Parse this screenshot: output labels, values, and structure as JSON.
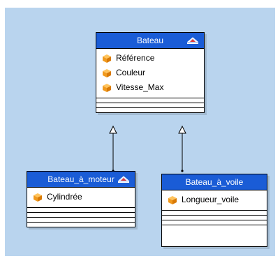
{
  "diagram": {
    "classes": [
      {
        "id": "bateau",
        "name": "Bateau",
        "has_icon": true,
        "attributes": [
          "Référence",
          "Couleur",
          "Vitesse_Max"
        ]
      },
      {
        "id": "bateau_moteur",
        "name": "Bateau_à_moteur",
        "has_icon": true,
        "attributes": [
          "Cylindrée"
        ]
      },
      {
        "id": "bateau_voile",
        "name": "Bateau_à_voile",
        "has_icon": false,
        "attributes": [
          "Longueur_voile"
        ]
      }
    ],
    "relations": [
      {
        "type": "generalization",
        "from": "bateau_moteur",
        "to": "bateau"
      },
      {
        "type": "generalization",
        "from": "bateau_voile",
        "to": "bateau"
      }
    ]
  },
  "colors": {
    "canvas": "#b9d4ee",
    "header": "#1a5cd6",
    "attribute_icon": "#f19a1e"
  },
  "icons": {
    "attribute": "orange-cube-icon",
    "class": "class-stereotype-icon"
  }
}
